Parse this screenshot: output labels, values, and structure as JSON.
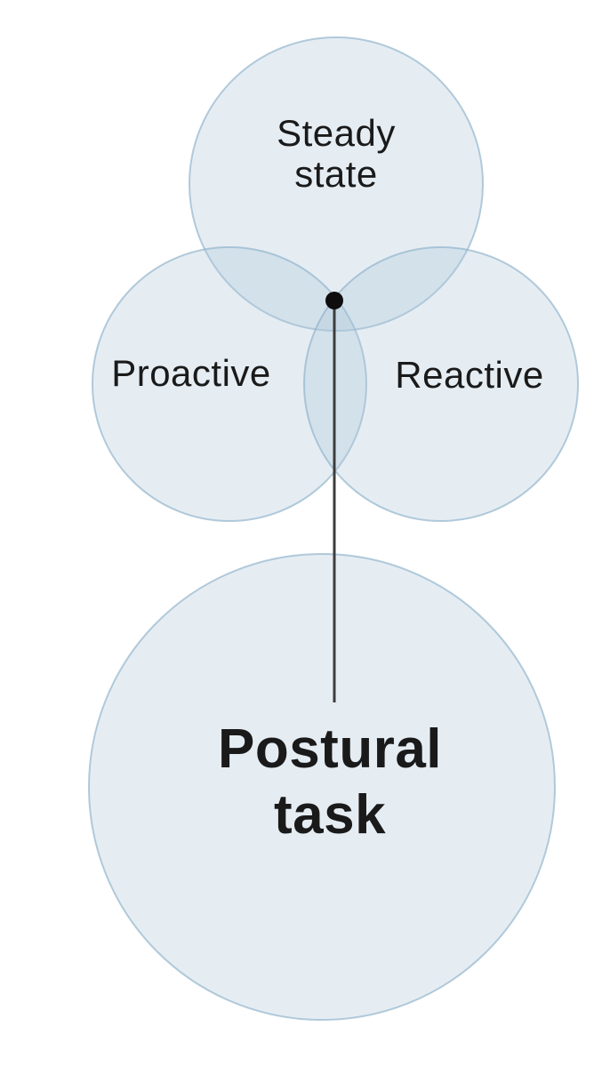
{
  "figure": {
    "type": "venn-diagram",
    "background_color": "#ffffff",
    "circle_fill": "rgba(175,199,219,0.32)",
    "circle_stroke": "rgba(141,176,201,0.65)",
    "connector_color": "#3d3d3d",
    "dot_color": "#0e0e0e",
    "text_color": "#1a1a1a"
  },
  "labels": {
    "steady_state": {
      "line1": "Steady",
      "line2": "state"
    },
    "proactive": "Proactive",
    "reactive": "Reactive",
    "postural_task": {
      "line1": "Postural",
      "line2": "task"
    }
  }
}
